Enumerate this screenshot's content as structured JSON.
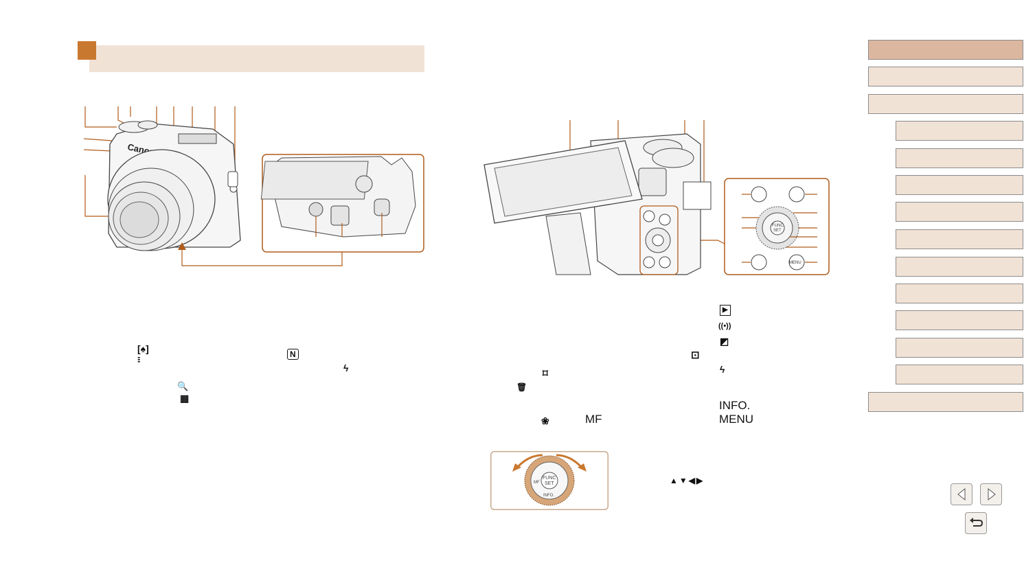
{
  "glyphs": {
    "tele_wide": "[♠]",
    "wide_bars": "⫶⫶⫶",
    "nfc": "N",
    "flash": "ϟ",
    "zoom": "🔍",
    "index": "▦",
    "play": "▶",
    "wifi": "((•))",
    "exposure": "◩",
    "framing": "⊡",
    "focus_frame": "⌑",
    "trash": "🗑",
    "macro": "❀",
    "mf": "MF",
    "info": "INFO.",
    "menu": "MENU",
    "arrows": "▲▼◀▶"
  },
  "dial_inset_labels": {
    "func": "FUNC",
    "set": "SET",
    "info": "INFO.",
    "mf": "MF"
  },
  "panel_labels": {
    "menu": "MENU",
    "func": "FUNC",
    "set": "SET",
    "info": "INFO."
  },
  "nav": {
    "active_color": "#dcb79f",
    "color": "#f1e2d6",
    "items": [
      {
        "level": 0,
        "active": true
      },
      {
        "level": 0,
        "active": false
      },
      {
        "level": 0,
        "active": false
      },
      {
        "level": 1,
        "active": false
      },
      {
        "level": 1,
        "active": false
      },
      {
        "level": 1,
        "active": false
      },
      {
        "level": 1,
        "active": false
      },
      {
        "level": 1,
        "active": false
      },
      {
        "level": 1,
        "active": false
      },
      {
        "level": 1,
        "active": false
      },
      {
        "level": 1,
        "active": false
      },
      {
        "level": 1,
        "active": false
      },
      {
        "level": 1,
        "active": false
      },
      {
        "level": 0,
        "active": false
      }
    ],
    "prev_icon": "triangle-left-icon",
    "next_icon": "triangle-right-icon",
    "back_icon": "return-arrow-icon"
  },
  "accent_color": "#c9782f"
}
